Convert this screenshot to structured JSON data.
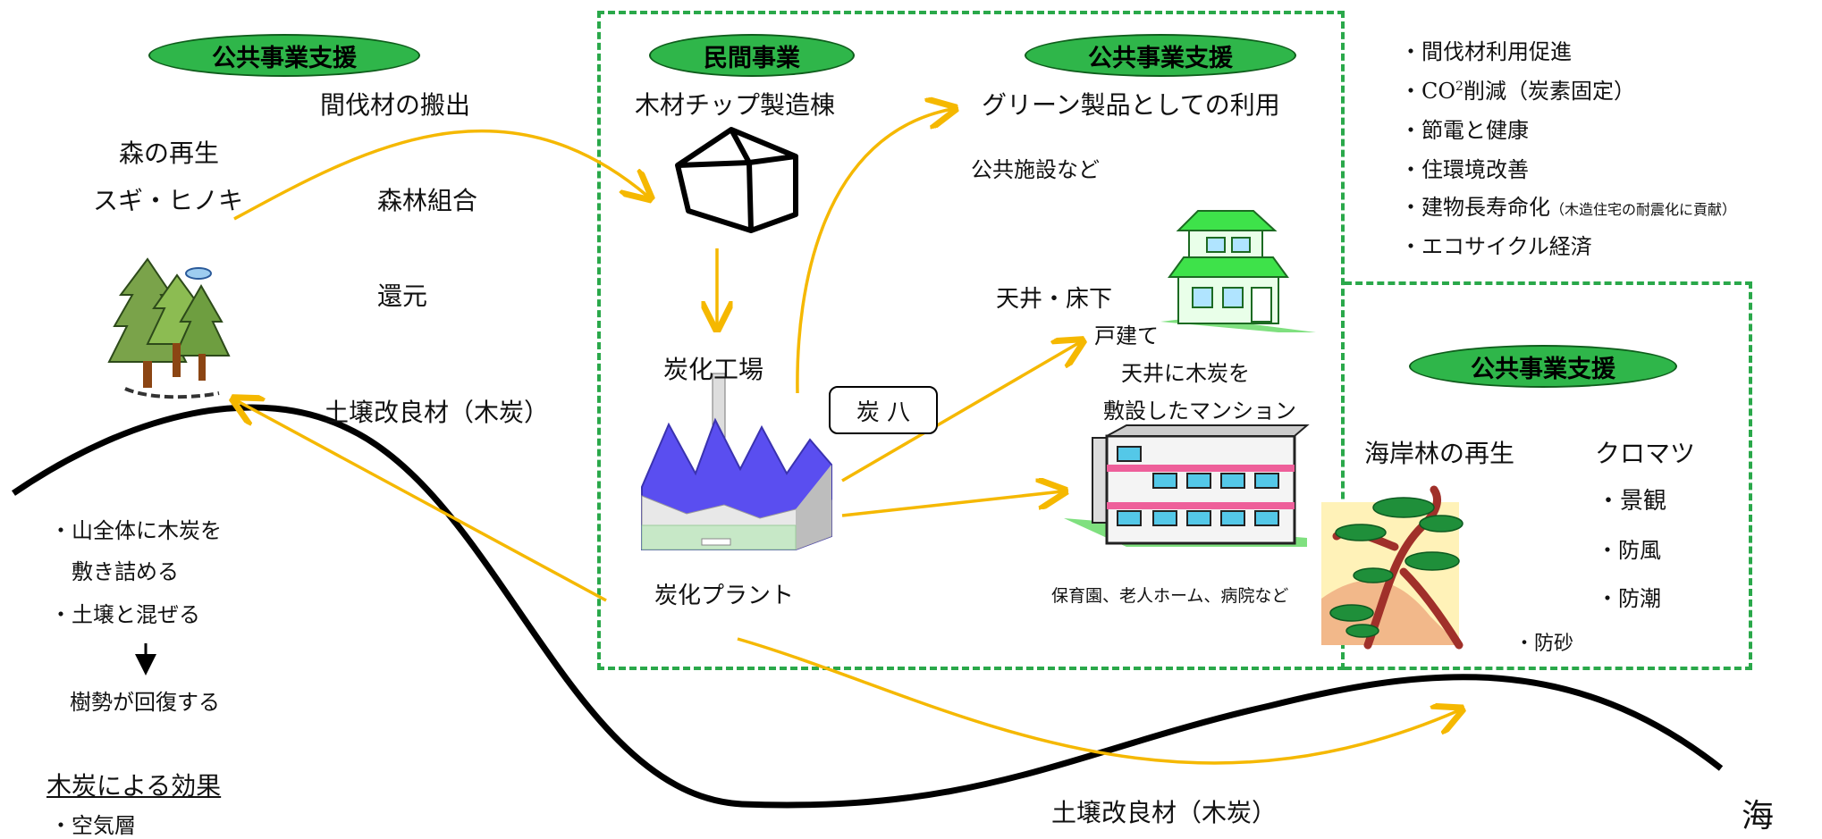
{
  "labels": {
    "public_support_1": "公共事業支援",
    "private_business": "民間事業",
    "public_support_2": "公共事業支援",
    "public_support_3": "公共事業支援",
    "thinning_transport": "間伐材の搬出",
    "forest_regeneration": "森の再生",
    "cedar_cypress": "スギ・ヒノキ",
    "forest_union": "森林組合",
    "return": "還元",
    "soil_improvement_1": "土壌改良材（木炭）",
    "chip_factory": "木材チップ製造棟",
    "carbonization_factory": "炭化工場",
    "carbonization_plant": "炭化プラント",
    "charcoal_box": "炭 八",
    "green_products": "グリーン製品としての利用",
    "public_facilities": "公共施設など",
    "ceiling_floor": "天井・床下",
    "detached_house": "戸建て",
    "mansion_1": "天井に木炭を",
    "mansion_2": "敷設したマンション",
    "facilities_list": "保育園、老人ホーム、病院など",
    "coast_forest": "海岸林の再生",
    "black_pine": "クロマツ",
    "scenery": "・景観",
    "windbreak": "・防風",
    "tide_protection": "・防潮",
    "sand_protection": "・防砂",
    "mountain_1": "・山全体に木炭を",
    "mountain_2": "敷き詰める",
    "mountain_3": "・土壌と混ぜる",
    "mountain_4": "樹勢が回復する",
    "charcoal_effect": "木炭による効果",
    "air_layer": "・空気層",
    "soil_improvement_2": "土壌改良材（木炭）",
    "sea": "海"
  },
  "benefits": {
    "b1": "・間伐材利用促進",
    "b2_pre": "・CO",
    "b2_sup": "2",
    "b2_post": "削減（炭素固定）",
    "b3": "・節電と健康",
    "b4": "・住環境改善",
    "b5_main": "・建物長寿命化",
    "b5_small": "（木造住宅の耐震化に貢献）",
    "b6": "・エコサイクル経済"
  },
  "colors": {
    "arrow": "#f5b800",
    "dash": "#2aa84a",
    "pill": "#2fb64a",
    "factory_roof": "#5a4ef0",
    "house_green": "#3ee24a"
  },
  "icons": [
    "house-outline-icon",
    "factory-icon",
    "trees-icon",
    "green-house-icon",
    "apartment-icon",
    "pine-tree-icon"
  ]
}
